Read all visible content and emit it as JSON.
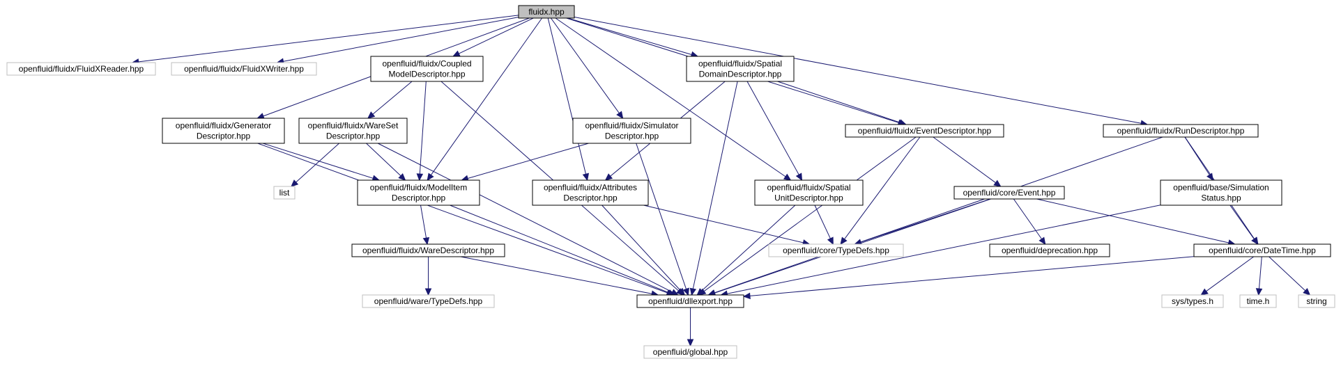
{
  "diagram": {
    "colors": {
      "edge": "#191970",
      "root_fill": "#bfbfbf",
      "node_border": "#000000",
      "external_border": "#bfbfbf",
      "external_text": "#000000"
    },
    "nodes": [
      {
        "id": "root",
        "kind": "root",
        "lines": [
          "fluidx.hpp"
        ]
      },
      {
        "id": "reader",
        "kind": "external",
        "lines": [
          "openfluid/fluidx/FluidXReader.hpp"
        ]
      },
      {
        "id": "writer",
        "kind": "external",
        "lines": [
          "openfluid/fluidx/FluidXWriter.hpp"
        ]
      },
      {
        "id": "coupled",
        "kind": "internal",
        "lines": [
          "openfluid/fluidx/Coupled",
          "ModelDescriptor.hpp"
        ]
      },
      {
        "id": "spatialdomain",
        "kind": "internal",
        "lines": [
          "openfluid/fluidx/Spatial",
          "DomainDescriptor.hpp"
        ]
      },
      {
        "id": "generator",
        "kind": "internal",
        "lines": [
          "openfluid/fluidx/Generator",
          "Descriptor.hpp"
        ]
      },
      {
        "id": "wareset",
        "kind": "internal",
        "lines": [
          "openfluid/fluidx/WareSet",
          "Descriptor.hpp"
        ]
      },
      {
        "id": "simulator",
        "kind": "internal",
        "lines": [
          "openfluid/fluidx/Simulator",
          "Descriptor.hpp"
        ]
      },
      {
        "id": "event",
        "kind": "internal",
        "lines": [
          "openfluid/fluidx/EventDescriptor.hpp"
        ]
      },
      {
        "id": "run",
        "kind": "internal",
        "lines": [
          "openfluid/fluidx/RunDescriptor.hpp"
        ]
      },
      {
        "id": "list",
        "kind": "external",
        "lines": [
          "list"
        ]
      },
      {
        "id": "modelitem",
        "kind": "internal",
        "lines": [
          "openfluid/fluidx/ModelItem",
          "Descriptor.hpp"
        ]
      },
      {
        "id": "attributes",
        "kind": "internal",
        "lines": [
          "openfluid/fluidx/Attributes",
          "Descriptor.hpp"
        ]
      },
      {
        "id": "spatialunit",
        "kind": "internal",
        "lines": [
          "openfluid/fluidx/Spatial",
          "UnitDescriptor.hpp"
        ]
      },
      {
        "id": "coreevent",
        "kind": "internal",
        "lines": [
          "openfluid/core/Event.hpp"
        ]
      },
      {
        "id": "simstatus",
        "kind": "internal",
        "lines": [
          "openfluid/base/Simulation",
          "Status.hpp"
        ]
      },
      {
        "id": "coretypedefs",
        "kind": "external",
        "lines": [
          "openfluid/core/TypeDefs.hpp"
        ]
      },
      {
        "id": "deprecation",
        "kind": "internal",
        "lines": [
          "openfluid/deprecation.hpp"
        ]
      },
      {
        "id": "datetime",
        "kind": "internal",
        "lines": [
          "openfluid/core/DateTime.hpp"
        ]
      },
      {
        "id": "waredesc",
        "kind": "internal",
        "lines": [
          "openfluid/fluidx/WareDescriptor.hpp"
        ]
      },
      {
        "id": "waretypedefs",
        "kind": "external",
        "lines": [
          "openfluid/ware/TypeDefs.hpp"
        ]
      },
      {
        "id": "dllexport",
        "kind": "internal",
        "lines": [
          "openfluid/dllexport.hpp"
        ]
      },
      {
        "id": "systypes",
        "kind": "external",
        "lines": [
          "sys/types.h"
        ]
      },
      {
        "id": "timeh",
        "kind": "external",
        "lines": [
          "time.h"
        ]
      },
      {
        "id": "string",
        "kind": "external",
        "lines": [
          "string"
        ]
      },
      {
        "id": "global",
        "kind": "external",
        "lines": [
          "openfluid/global.hpp"
        ]
      }
    ],
    "edges": [
      [
        "root",
        "reader"
      ],
      [
        "root",
        "writer"
      ],
      [
        "root",
        "coupled"
      ],
      [
        "root",
        "spatialdomain"
      ],
      [
        "root",
        "generator"
      ],
      [
        "root",
        "modelitem"
      ],
      [
        "root",
        "attributes"
      ],
      [
        "root",
        "simulator"
      ],
      [
        "root",
        "spatialunit"
      ],
      [
        "root",
        "event"
      ],
      [
        "root",
        "run"
      ],
      [
        "coupled",
        "wareset"
      ],
      [
        "coupled",
        "modelitem"
      ],
      [
        "coupled",
        "dllexport"
      ],
      [
        "spatialdomain",
        "attributes"
      ],
      [
        "spatialdomain",
        "spatialunit"
      ],
      [
        "spatialdomain",
        "event"
      ],
      [
        "spatialdomain",
        "dllexport"
      ],
      [
        "generator",
        "modelitem"
      ],
      [
        "generator",
        "dllexport"
      ],
      [
        "wareset",
        "list"
      ],
      [
        "wareset",
        "modelitem"
      ],
      [
        "wareset",
        "dllexport"
      ],
      [
        "simulator",
        "modelitem"
      ],
      [
        "simulator",
        "dllexport"
      ],
      [
        "event",
        "coretypedefs"
      ],
      [
        "event",
        "coreevent"
      ],
      [
        "event",
        "dllexport"
      ],
      [
        "run",
        "simstatus"
      ],
      [
        "run",
        "datetime"
      ],
      [
        "run",
        "dllexport"
      ],
      [
        "modelitem",
        "waredesc"
      ],
      [
        "modelitem",
        "dllexport"
      ],
      [
        "attributes",
        "coretypedefs"
      ],
      [
        "attributes",
        "dllexport"
      ],
      [
        "spatialunit",
        "coretypedefs"
      ],
      [
        "spatialunit",
        "dllexport"
      ],
      [
        "coreevent",
        "coretypedefs"
      ],
      [
        "coreevent",
        "deprecation"
      ],
      [
        "coreevent",
        "datetime"
      ],
      [
        "coreevent",
        "dllexport"
      ],
      [
        "simstatus",
        "datetime"
      ],
      [
        "simstatus",
        "dllexport"
      ],
      [
        "datetime",
        "dllexport"
      ],
      [
        "datetime",
        "systypes"
      ],
      [
        "datetime",
        "timeh"
      ],
      [
        "datetime",
        "string"
      ],
      [
        "waredesc",
        "waretypedefs"
      ],
      [
        "waredesc",
        "dllexport"
      ],
      [
        "dllexport",
        "global"
      ]
    ]
  }
}
